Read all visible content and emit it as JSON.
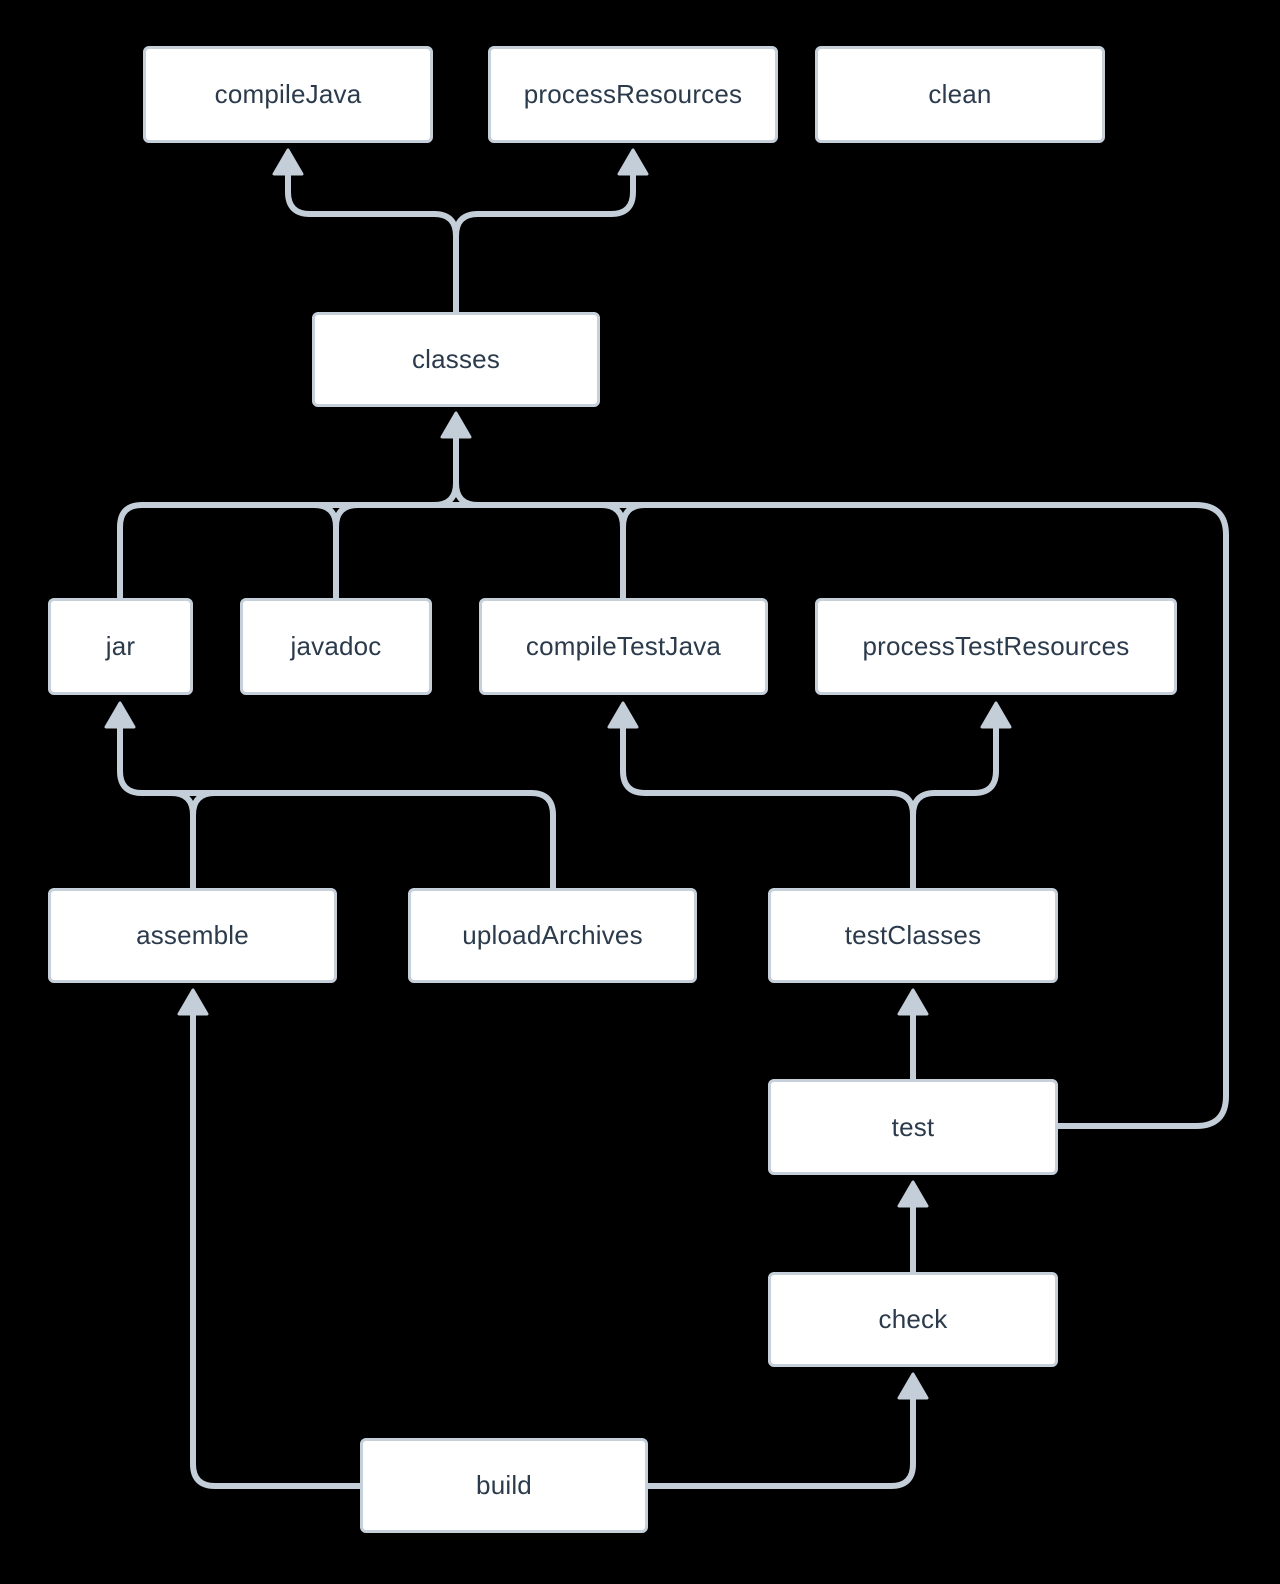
{
  "diagram": {
    "type": "task-dependency-graph",
    "background_color": "#000000",
    "node_fill": "#ffffff",
    "node_border_color": "#c6d0db",
    "edge_color": "#c3ced9",
    "text_color": "#2b3b4c",
    "nodes": [
      {
        "id": "compileJava",
        "label": "compileJava"
      },
      {
        "id": "processResources",
        "label": "processResources"
      },
      {
        "id": "clean",
        "label": "clean"
      },
      {
        "id": "classes",
        "label": "classes"
      },
      {
        "id": "jar",
        "label": "jar"
      },
      {
        "id": "javadoc",
        "label": "javadoc"
      },
      {
        "id": "compileTestJava",
        "label": "compileTestJava"
      },
      {
        "id": "processTestResources",
        "label": "processTestResources"
      },
      {
        "id": "assemble",
        "label": "assemble"
      },
      {
        "id": "uploadArchives",
        "label": "uploadArchives"
      },
      {
        "id": "testClasses",
        "label": "testClasses"
      },
      {
        "id": "test",
        "label": "test"
      },
      {
        "id": "check",
        "label": "check"
      },
      {
        "id": "build",
        "label": "build"
      }
    ],
    "edges": [
      {
        "from": "classes",
        "to": "compileJava"
      },
      {
        "from": "classes",
        "to": "processResources"
      },
      {
        "from": "jar",
        "to": "classes"
      },
      {
        "from": "javadoc",
        "to": "classes"
      },
      {
        "from": "compileTestJava",
        "to": "classes"
      },
      {
        "from": "test",
        "to": "classes"
      },
      {
        "from": "assemble",
        "to": "jar"
      },
      {
        "from": "uploadArchives",
        "to": "jar"
      },
      {
        "from": "testClasses",
        "to": "compileTestJava"
      },
      {
        "from": "testClasses",
        "to": "processTestResources"
      },
      {
        "from": "test",
        "to": "testClasses"
      },
      {
        "from": "check",
        "to": "test"
      },
      {
        "from": "build",
        "to": "check"
      },
      {
        "from": "build",
        "to": "assemble"
      }
    ]
  }
}
